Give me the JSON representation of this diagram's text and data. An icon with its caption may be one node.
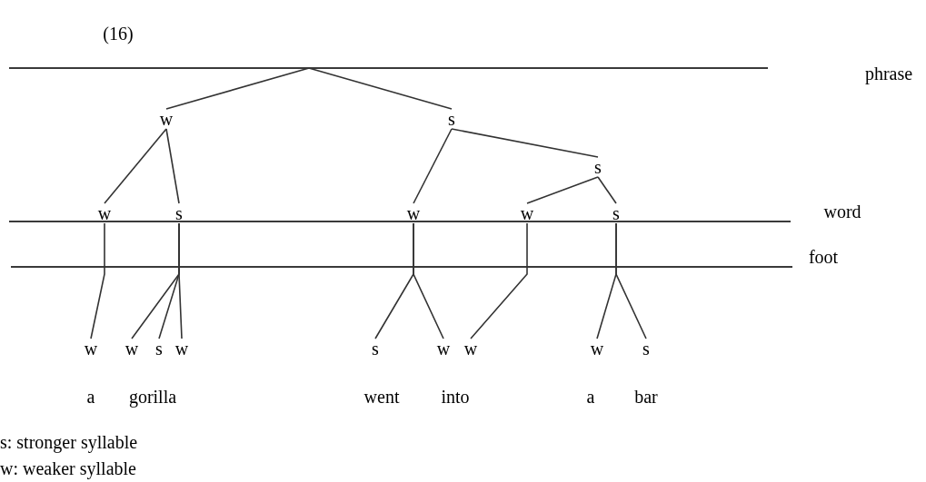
{
  "diagram": {
    "nodes": [
      {
        "text": [
          "w"
        ]
      },
      {
        "text": [
          "s"
        ]
      },
      {
        "text": [
          "s"
        ]
      },
      {
        "text": [
          "w"
        ]
      },
      {
        "text": [
          "s"
        ]
      },
      {
        "text": [
          "w"
        ]
      },
      {
        "text": [
          "w"
        ]
      },
      {
        "text": [
          "s"
        ]
      },
      {
        "text": [
          "w"
        ]
      },
      {
        "text": [
          "w"
        ]
      },
      {
        "text": [
          "s"
        ]
      },
      {
        "text": [
          "w"
        ]
      },
      {
        "text": [
          "s"
        ]
      },
      {
        "text": [
          "w"
        ]
      },
      {
        "text": [
          "w"
        ]
      },
      {
        "text": [
          "w"
        ]
      },
      {
        "text": [
          "s"
        ]
      }
    ],
    "edges": [
      {
        "from": null,
        "to": 0,
        "arrow": "none"
      },
      {
        "from": null,
        "to": 1,
        "arrow": "none"
      },
      {
        "from": 0,
        "to": 3,
        "arrow": "none"
      },
      {
        "from": 0,
        "to": 4,
        "arrow": "none"
      },
      {
        "from": 1,
        "to": 5,
        "arrow": "none"
      },
      {
        "from": 1,
        "to": 2,
        "arrow": "none"
      },
      {
        "from": 2,
        "to": 6,
        "arrow": "none"
      },
      {
        "from": 2,
        "to": 7,
        "arrow": "none"
      },
      {
        "from": 3,
        "to": 8,
        "arrow": "none"
      },
      {
        "from": 4,
        "to": 9,
        "arrow": "none"
      },
      {
        "from": 4,
        "to": 10,
        "arrow": "none"
      },
      {
        "from": 4,
        "to": 11,
        "arrow": "none"
      },
      {
        "from": 5,
        "to": 12,
        "arrow": "none"
      },
      {
        "from": 5,
        "to": 13,
        "arrow": "none"
      },
      {
        "from": 6,
        "to": 14,
        "arrow": "none"
      },
      {
        "from": 7,
        "to": 15,
        "arrow": "none"
      },
      {
        "from": 7,
        "to": 16,
        "arrow": "none"
      }
    ],
    "labels": [
      "(16)",
      "phrase",
      "word",
      "foot",
      "a",
      "gorilla",
      "went",
      "into",
      "a",
      "bar",
      "s: stronger syllable",
      "w: weaker syllable"
    ]
  }
}
